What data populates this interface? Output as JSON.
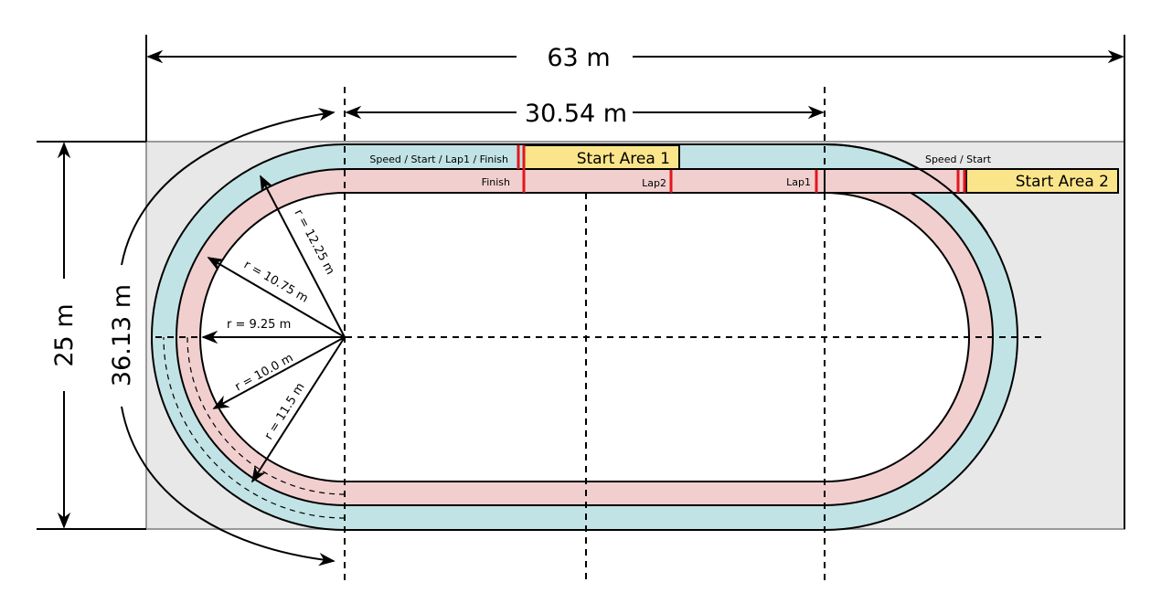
{
  "colors": {
    "background_area": "#e8e8e8",
    "outer_lane": "#c2e3e5",
    "inner_lane": "#f2cfcf",
    "start_area": "#fbe58b",
    "marker": "#e3151d"
  },
  "dimensions": {
    "total_length": "63 m",
    "straight_length": "30.54 m",
    "width": "25 m",
    "curve_length": "36.13 m"
  },
  "radii": [
    "r = 12.25 m",
    "r = 10.75 m",
    "r = 9.25 m",
    "r = 10.0 m",
    "r = 11.5 m"
  ],
  "labels": {
    "outer_start": "Speed / Start / Lap1 / Finish",
    "start_area_1": "Start Area 1",
    "finish": "Finish",
    "lap2": "Lap2",
    "lap1": "Lap1",
    "speed_start": "Speed / Start",
    "start_area_2": "Start Area 2"
  }
}
